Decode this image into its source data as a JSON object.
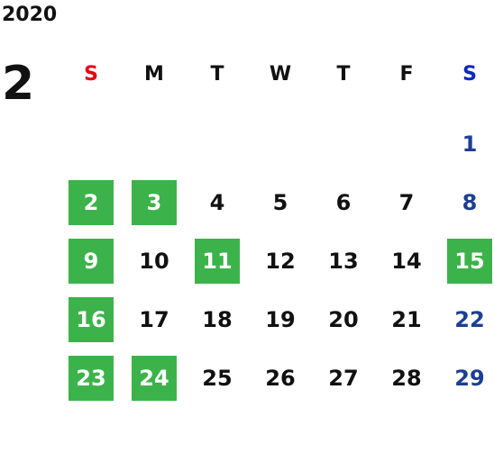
{
  "year": "2020",
  "month": "2",
  "weekdays": [
    "S",
    "M",
    "T",
    "W",
    "T",
    "F",
    "S"
  ],
  "colors": {
    "sunday_header": "#e60012",
    "saturday_header": "#0a28c8",
    "saturday_dates": "#1c3f94",
    "highlight": "#3cb34a"
  },
  "weeks": [
    [
      "",
      "",
      "",
      "",
      "",
      "",
      "1"
    ],
    [
      "2",
      "3",
      "4",
      "5",
      "6",
      "7",
      "8"
    ],
    [
      "9",
      "10",
      "11",
      "12",
      "13",
      "14",
      "15"
    ],
    [
      "16",
      "17",
      "18",
      "19",
      "20",
      "21",
      "22"
    ],
    [
      "23",
      "24",
      "25",
      "26",
      "27",
      "28",
      "29"
    ]
  ],
  "highlighted": [
    "2",
    "3",
    "9",
    "11",
    "15",
    "16",
    "23",
    "24"
  ]
}
